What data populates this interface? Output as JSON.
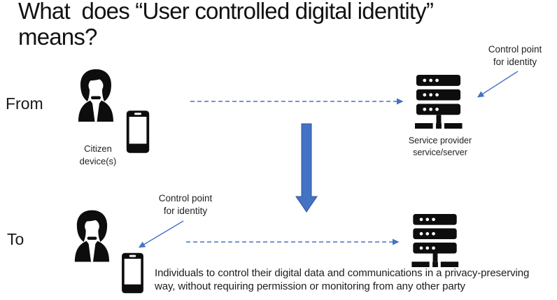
{
  "colors": {
    "connector_blue": "#4472C4",
    "big_arrow_fill": "#4472C4",
    "big_arrow_border": "#2F5597",
    "icon_black": "#0D0D0D",
    "text_color": "#151515"
  },
  "title": "What  does “User controlled digital identity”\nmeans?",
  "from_section": {
    "label": "From",
    "citizen_caption": "Citizen\ndevice(s)",
    "server_caption": "Service provider\nservice/server",
    "control_point_caption": "Control point\nfor identity"
  },
  "to_section": {
    "label": "To",
    "control_point_caption": "Control point\nfor identity",
    "description": "Individuals to control their digital data and communications in a privacy-preserving\nway, without requiring permission or monitoring from any other party"
  },
  "icons": {
    "woman_user": "woman-user-icon",
    "smartphone": "smartphone-icon",
    "server": "server-icon",
    "dashed_arrow": "dashed-arrow-right-icon",
    "pointer_arrow": "thin-arrow-icon",
    "big_arrow": "big-down-arrow-icon"
  }
}
